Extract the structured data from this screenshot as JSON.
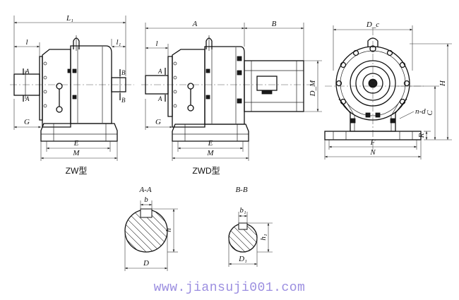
{
  "captions": {
    "zw": "ZW型",
    "zwd": "ZWD型"
  },
  "sections": {
    "aa": "A-A",
    "bb": "B-B"
  },
  "dims": {
    "L1": "L₁",
    "l": "l",
    "l1": "l₁",
    "A": "A",
    "B": "B",
    "G": "G",
    "E": "E",
    "M": "M",
    "DM": "D_M",
    "Dc": "D_c",
    "H": "H",
    "C": "C",
    "R": "R",
    "nd": "n-d",
    "F": "F",
    "N": "N",
    "b": "b",
    "b1": "b₁",
    "h": "h",
    "h1": "h₁",
    "D": "D",
    "D1": "D₁"
  },
  "watermark": "www.jiansuji001.com"
}
